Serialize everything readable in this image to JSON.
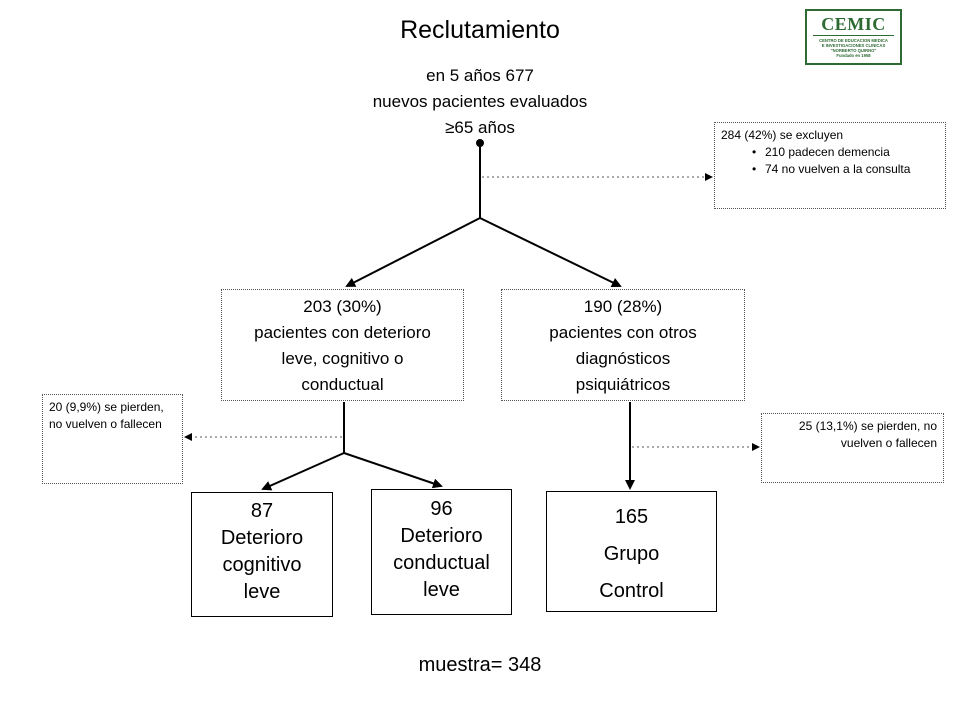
{
  "title": "Reclutamiento",
  "intro": {
    "line1": "en 5 años 677",
    "line2": "nuevos pacientes evaluados",
    "line3": "≥65 años"
  },
  "logo": {
    "wordmark": "CEMIC",
    "line1": "CENTRO DE EDUCACION MEDICA",
    "line2": "E INVESTIGACIONES CLINICAS",
    "line3": "\"NORBERTO QUIRNO\"",
    "line4": "Fundado en 1958",
    "color": "#2e6b33"
  },
  "excluded": {
    "header": "284 (42%) se excluyen",
    "items": [
      "210 padecen demencia",
      "74 no vuelven a la consulta"
    ]
  },
  "branch_left": {
    "line1": "203 (30%)",
    "line2": "pacientes con deterioro",
    "line3": "leve, cognitivo o",
    "line4": "conductual"
  },
  "branch_right": {
    "line1": "190 (28%)",
    "line2": "pacientes con otros",
    "line3": "diagnósticos",
    "line4": "psiquiátricos"
  },
  "loss_left": "20 (9,9%) se pierden, no vuelven o fallecen",
  "loss_right": "25 (13,1%) se pierden, no vuelven o fallecen",
  "groups": [
    {
      "count": "87",
      "line1": "Deterioro",
      "line2": "cognitivo",
      "line3": "leve"
    },
    {
      "count": "96",
      "line1": "Deterioro",
      "line2": "conductual",
      "line3": "leve"
    },
    {
      "count": "165",
      "line1": "Grupo",
      "line2": "Control"
    }
  ],
  "sample": "muestra= 348"
}
